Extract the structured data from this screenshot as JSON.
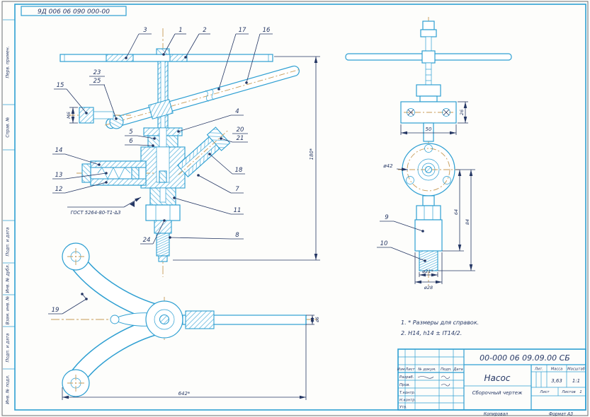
{
  "colors": {
    "line": "#2e9fd2",
    "center": "#c79a55",
    "ink": "#253764"
  },
  "doc": {
    "stamp": "9Д 006 06 090 000-00"
  },
  "callouts": {
    "n1": "1",
    "n2": "2",
    "n3": "3",
    "n4": "4",
    "n5": "5",
    "n6": "6",
    "n7": "7",
    "n8": "8",
    "n9": "9",
    "n10": "10",
    "n11": "11",
    "n12": "12",
    "n13": "13",
    "n14": "14",
    "n15": "15",
    "n16": "16",
    "n17": "17",
    "n18": "18",
    "n19": "19",
    "n20": "20",
    "n21": "21",
    "n23": "23",
    "n24": "24",
    "n25": "25"
  },
  "dims": {
    "fitting_thread": "М6",
    "main_height": "180*",
    "bonnet_width": "50",
    "bonnet_height": "26",
    "bolt_circle": "ø42",
    "flange_to_cyl": "64",
    "flange_to_end": "84",
    "tip_dia": "ø21*",
    "cyl_dia": "ø28",
    "handle_len": "642*",
    "rod_dia": "ø6"
  },
  "weld_note": "ГОСТ 5264-80-Т1-∆3",
  "notes": {
    "line1": "1. * Размеры для справок.",
    "line2": "2. H14, h14 ± IT14/2."
  },
  "frame": {
    "perv_primen": "Перв. примен.",
    "sprav_no": "Справ. №",
    "podp_data1": "Подп. и дата",
    "inv_dubl": "Инв. № дубл.",
    "vzam_inv": "Взам. инв. №",
    "podp_data2": "Подп. и дата",
    "inv_podl": "Инв. № подл."
  },
  "title_block": {
    "doc_number": "00-000 06 09.09.00 СБ",
    "name": "Насос",
    "doc_type": "Сборочный чертеж",
    "lit_label": "Лит.",
    "mass_label": "Масса",
    "scale_label": "Масштаб",
    "mass": "3,63",
    "scale": "1:1",
    "sheet_label": "Лист",
    "sheets_label": "Листов",
    "sheets_value": "1",
    "col_izm": "Изм.",
    "col_list": "Лист",
    "col_doc": "№ докум.",
    "col_podp": "Подп.",
    "col_data": "Дата",
    "row_razrab": "Разраб.",
    "row_prov": "Пров.",
    "row_tkontr": "Т.контр.",
    "row_nkontr": "Н.контр.",
    "row_utv": "Утв.",
    "kopiroval": "Копировал",
    "format": "Формат A3"
  }
}
